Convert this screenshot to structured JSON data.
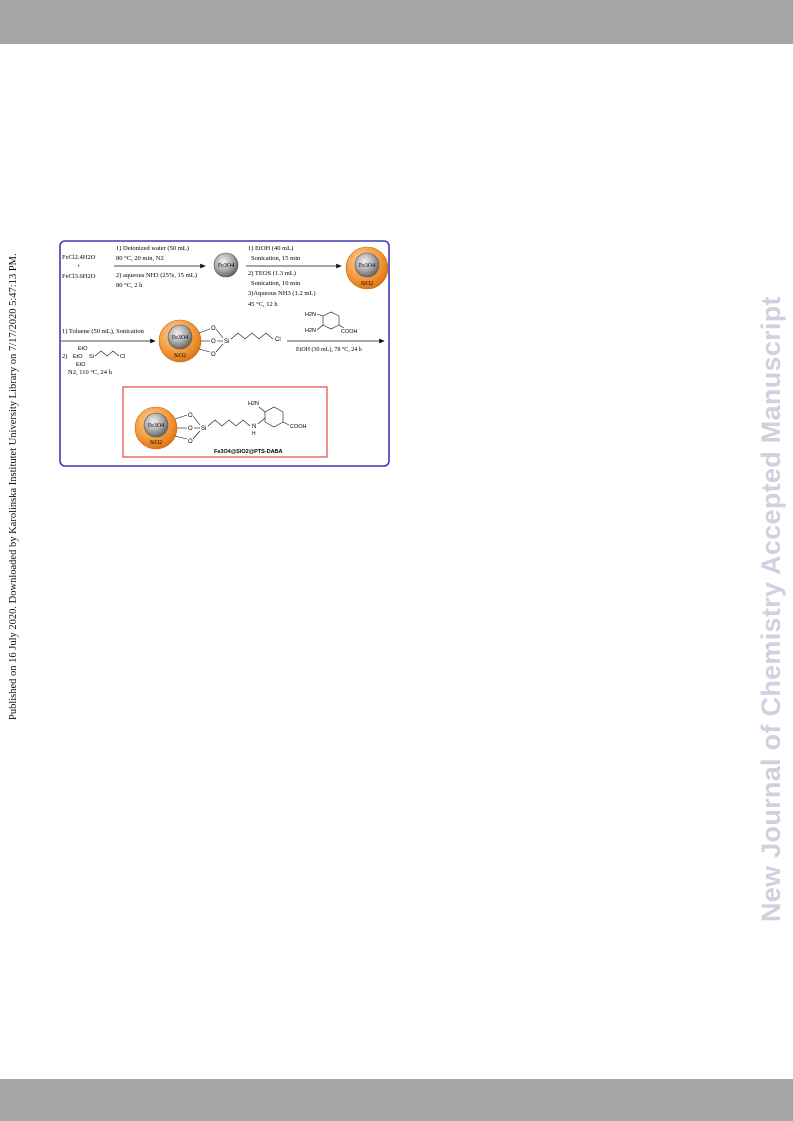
{
  "page": {
    "side_note": "Published on 16 July 2020. Downloaded by Karolinska Institutet University Library on 7/17/2020 5:47:13 PM.",
    "watermark": "New Journal of Chemistry Accepted Manuscript"
  },
  "scheme": {
    "colors": {
      "frame": "#3b3bb8",
      "highlight": "#e02020",
      "shell": "#f39a3c",
      "core": "#8c8c8c"
    },
    "reactants": {
      "a": "FeCl2.4H2O",
      "plus": "+",
      "b": "FeCl3.6H2O"
    },
    "step1": {
      "cond1": "1) Deionized water (50 mL)",
      "cond2": "80 °C, 20 min, N2",
      "cond3": "2) aqueous NH3 (25%, 15 mL)",
      "cond4": "80 °C, 2 h"
    },
    "fe3o4": "Fe3O4",
    "sio2": "SiO2",
    "step2": {
      "c1": "1) EtOH (40 mL)",
      "c2": "Sonication, 15 min",
      "c3": "2) TEOS (1.3 mL)",
      "c4": "Sonication, 10 min",
      "c5": "3)Aqueous NH3 (1.2 mL)",
      "c6": "45 °C, 12 h"
    },
    "step3": {
      "c1": "1) Toluene (50 mL), Sonication",
      "c2": "2)",
      "c3": "N2, 110 °C, 24 h",
      "eto": "EtO",
      "si": "Si",
      "cl": "Cl"
    },
    "o_label": "O",
    "aminobenzoic": {
      "nh2_a": "H2N",
      "nh2_b": "H2N",
      "cooh": "COOH"
    },
    "step4": "EtOH (30 mL), 78 °C, 24 h",
    "product": {
      "nh": "N",
      "h": "H",
      "name": "Fe3O4@SiO2@PTS-DABA"
    }
  }
}
